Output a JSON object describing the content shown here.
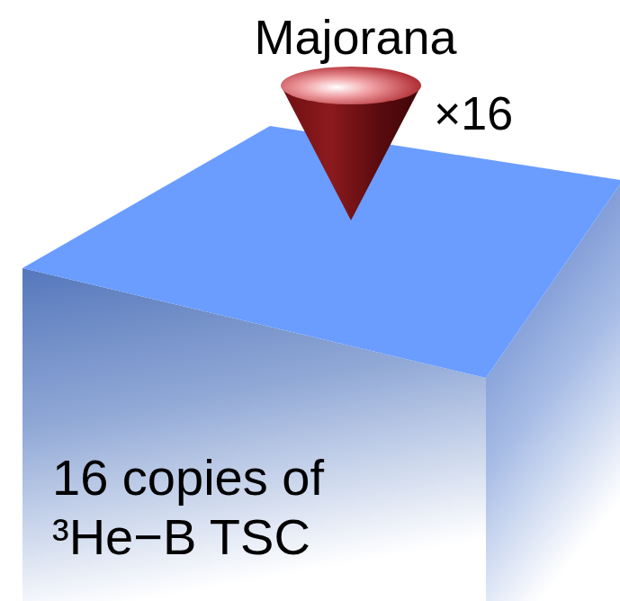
{
  "diagram": {
    "nodes": [
      {
        "text": [
          "16 copies of ³He−B TSC"
        ]
      }
    ],
    "labels": [
      "Majorana",
      "×16"
    ]
  }
}
